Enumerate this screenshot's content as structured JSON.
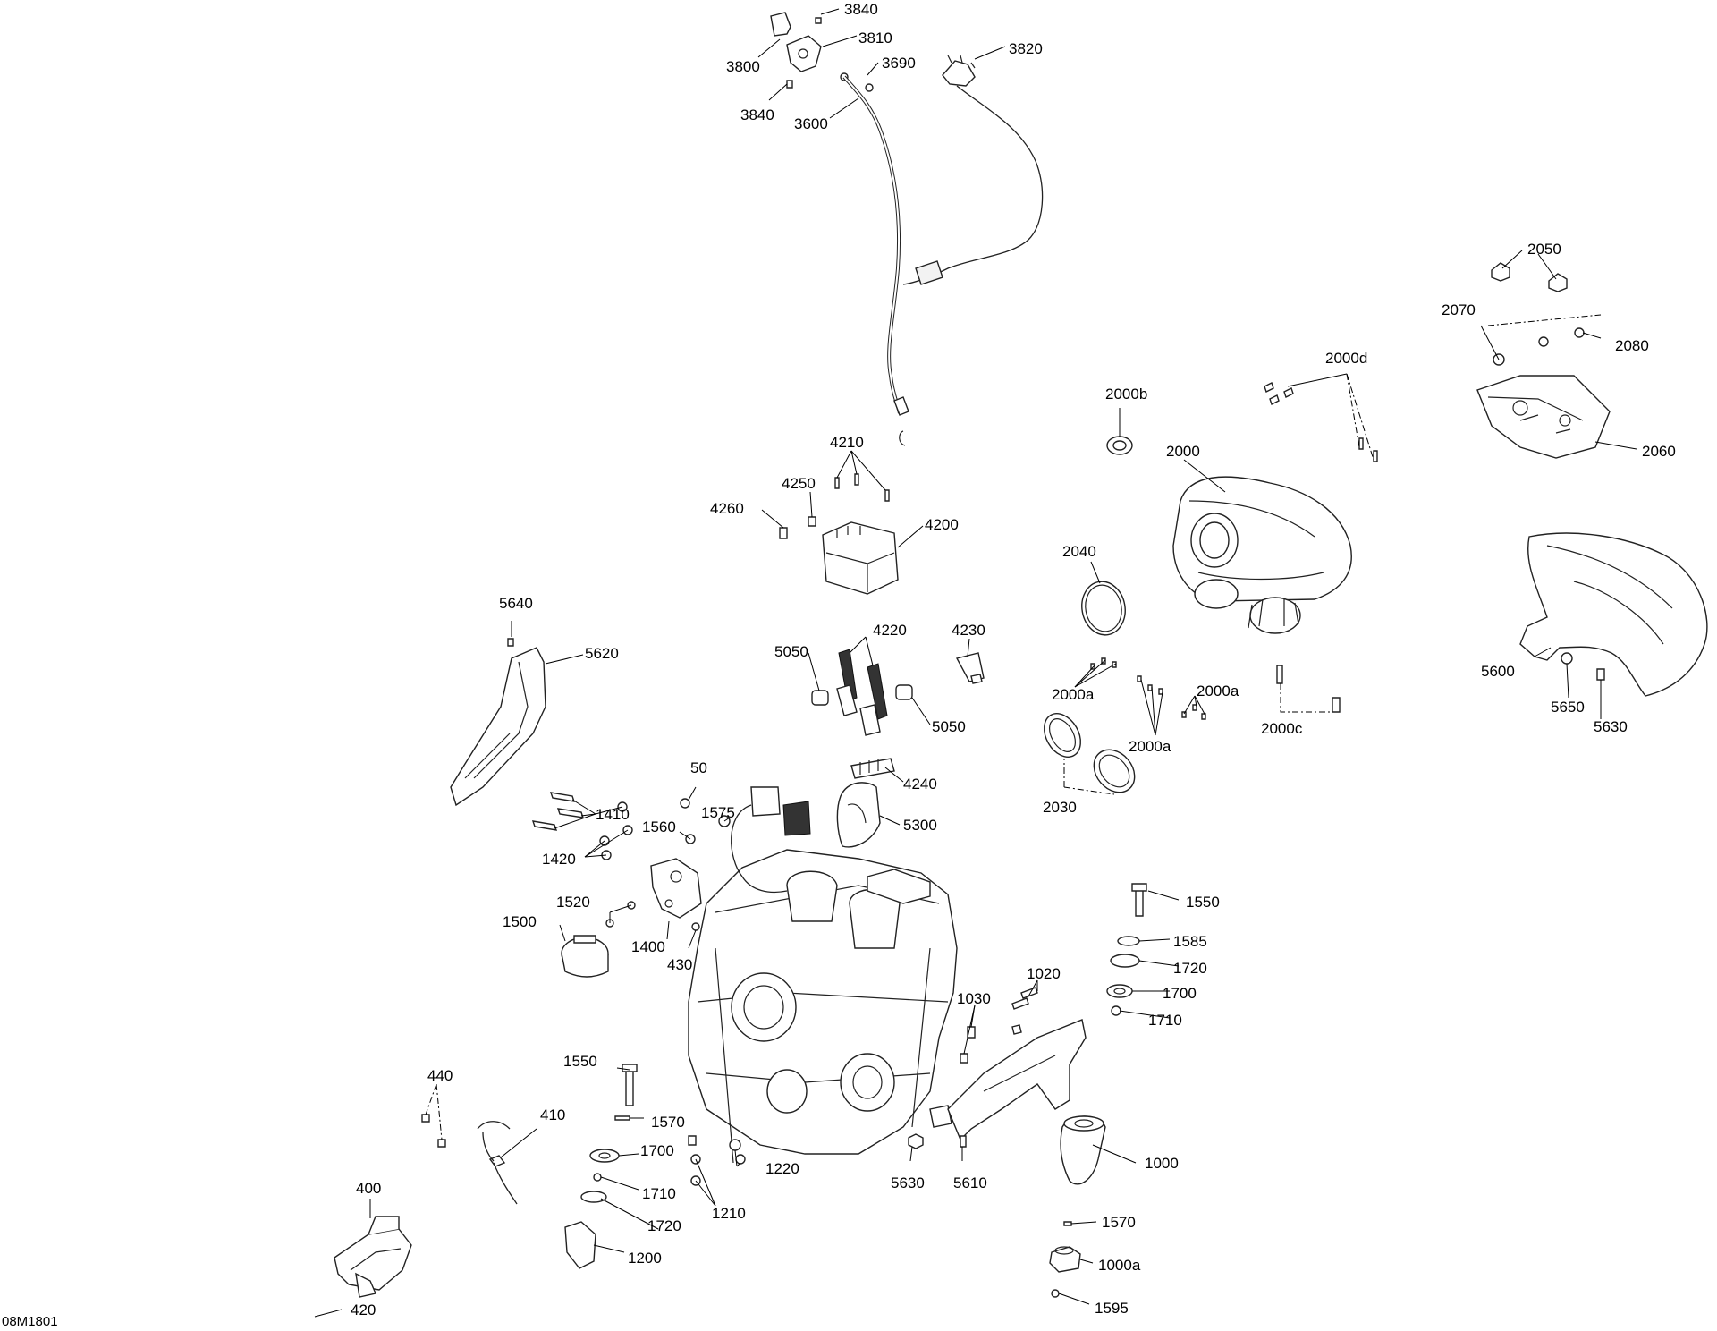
{
  "drawing_code": "08M1801",
  "callouts": [
    {
      "id": "c3840a",
      "text": "3840"
    },
    {
      "id": "c3810",
      "text": "3810"
    },
    {
      "id": "c3820",
      "text": "3820"
    },
    {
      "id": "c3800",
      "text": "3800"
    },
    {
      "id": "c3690",
      "text": "3690"
    },
    {
      "id": "c3840b",
      "text": "3840"
    },
    {
      "id": "c3600",
      "text": "3600"
    },
    {
      "id": "c2050",
      "text": "2050"
    },
    {
      "id": "c2070",
      "text": "2070"
    },
    {
      "id": "c2080",
      "text": "2080"
    },
    {
      "id": "c2000d",
      "text": "2000d"
    },
    {
      "id": "c2000b",
      "text": "2000b"
    },
    {
      "id": "c2000",
      "text": "2000"
    },
    {
      "id": "c2060",
      "text": "2060"
    },
    {
      "id": "c4210",
      "text": "4210"
    },
    {
      "id": "c4250",
      "text": "4250"
    },
    {
      "id": "c4260",
      "text": "4260"
    },
    {
      "id": "c4200",
      "text": "4200"
    },
    {
      "id": "c2040",
      "text": "2040"
    },
    {
      "id": "c5640",
      "text": "5640"
    },
    {
      "id": "c5620",
      "text": "5620"
    },
    {
      "id": "c5050a",
      "text": "5050"
    },
    {
      "id": "c4220",
      "text": "4220"
    },
    {
      "id": "c4230",
      "text": "4230"
    },
    {
      "id": "c5050b",
      "text": "5050"
    },
    {
      "id": "c2000a1",
      "text": "2000a"
    },
    {
      "id": "c2000a2",
      "text": "2000a"
    },
    {
      "id": "c2000a3",
      "text": "2000a"
    },
    {
      "id": "c2000c",
      "text": "2000c"
    },
    {
      "id": "c5600",
      "text": "5600"
    },
    {
      "id": "c5650",
      "text": "5650"
    },
    {
      "id": "c5630a",
      "text": "5630"
    },
    {
      "id": "c4240",
      "text": "4240"
    },
    {
      "id": "c2030",
      "text": "2030"
    },
    {
      "id": "c50",
      "text": "50"
    },
    {
      "id": "c1410",
      "text": "1410"
    },
    {
      "id": "c1560",
      "text": "1560"
    },
    {
      "id": "c1575",
      "text": "1575"
    },
    {
      "id": "c5300",
      "text": "5300"
    },
    {
      "id": "c1420",
      "text": "1420"
    },
    {
      "id": "c1520",
      "text": "1520"
    },
    {
      "id": "c1500",
      "text": "1500"
    },
    {
      "id": "c1400",
      "text": "1400"
    },
    {
      "id": "c430",
      "text": "430"
    },
    {
      "id": "c1550a",
      "text": "1550"
    },
    {
      "id": "c1585",
      "text": "1585"
    },
    {
      "id": "c1720a",
      "text": "1720"
    },
    {
      "id": "c1020",
      "text": "1020"
    },
    {
      "id": "c1700a",
      "text": "1700"
    },
    {
      "id": "c1030",
      "text": "1030"
    },
    {
      "id": "c1710a",
      "text": "1710"
    },
    {
      "id": "c440",
      "text": "440"
    },
    {
      "id": "c1550b",
      "text": "1550"
    },
    {
      "id": "c410",
      "text": "410"
    },
    {
      "id": "c1570a",
      "text": "1570"
    },
    {
      "id": "c1700b",
      "text": "1700"
    },
    {
      "id": "c1220",
      "text": "1220"
    },
    {
      "id": "c5630b",
      "text": "5630"
    },
    {
      "id": "c5610",
      "text": "5610"
    },
    {
      "id": "c1000",
      "text": "1000"
    },
    {
      "id": "c400",
      "text": "400"
    },
    {
      "id": "c1710b",
      "text": "1710"
    },
    {
      "id": "c1210",
      "text": "1210"
    },
    {
      "id": "c1720b",
      "text": "1720"
    },
    {
      "id": "c1570b",
      "text": "1570"
    },
    {
      "id": "c1200",
      "text": "1200"
    },
    {
      "id": "c1000a",
      "text": "1000a"
    },
    {
      "id": "c1595",
      "text": "1595"
    },
    {
      "id": "c420",
      "text": "420"
    }
  ]
}
